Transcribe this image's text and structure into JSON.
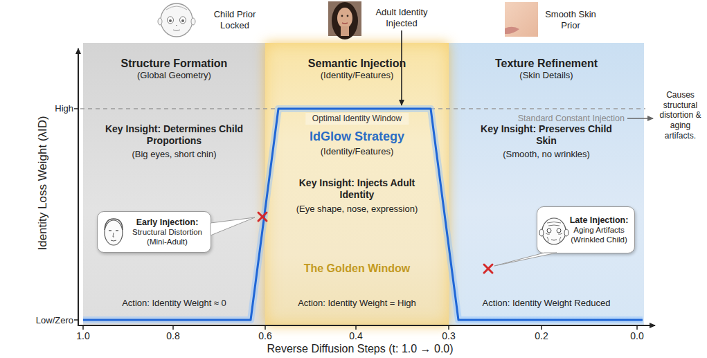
{
  "diagram": {
    "nodes": [
      {
        "text": [
          "Structure Formation",
          "(Global Geometry)",
          "Key Insight: Determines Child Proportions",
          "(Big eyes, short chin)",
          "Action: Identity Weight ≈ 0"
        ]
      },
      {
        "text": [
          "Early Injection:",
          "Structural Distortion (Mini-Adult)"
        ],
        "in": 0
      },
      {
        "text": [
          "Semantic Injection",
          "(Identity/Features)",
          "Optimal Identity Window",
          "IdGlow Strategy",
          "(Identity/Features)",
          "Key Insight: Injects Adult Identity",
          "(Eye shape, nose, expression)",
          "The Golden Window",
          "Action: Identity Weight = High"
        ]
      },
      {
        "text": [
          "Texture Refinement",
          "(Skin Details)",
          "Key Insight: Preserves Child Skin",
          "(Smooth, no wrinkles)",
          "Action: Identity Weight Reduced"
        ]
      },
      {
        "text": [
          "Late Injection:",
          "Aging Artifacts (Wrinkled Child)"
        ],
        "in": 3
      }
    ],
    "labels": [
      "Child Prior Locked",
      "Adult Identity Injected",
      "Smooth Skin Prior",
      "High",
      "Low/Zero",
      "Identity Loss Weight (λID)",
      "Standard Constant Injection",
      "Causes structural distortion & aging artifacts.",
      "1.0",
      "0.8",
      "0.6",
      "0.4",
      "0.3",
      "0.2",
      "0.0",
      "Reverse Diffusion Steps (t: 1.0 → 0.0)"
    ]
  }
}
